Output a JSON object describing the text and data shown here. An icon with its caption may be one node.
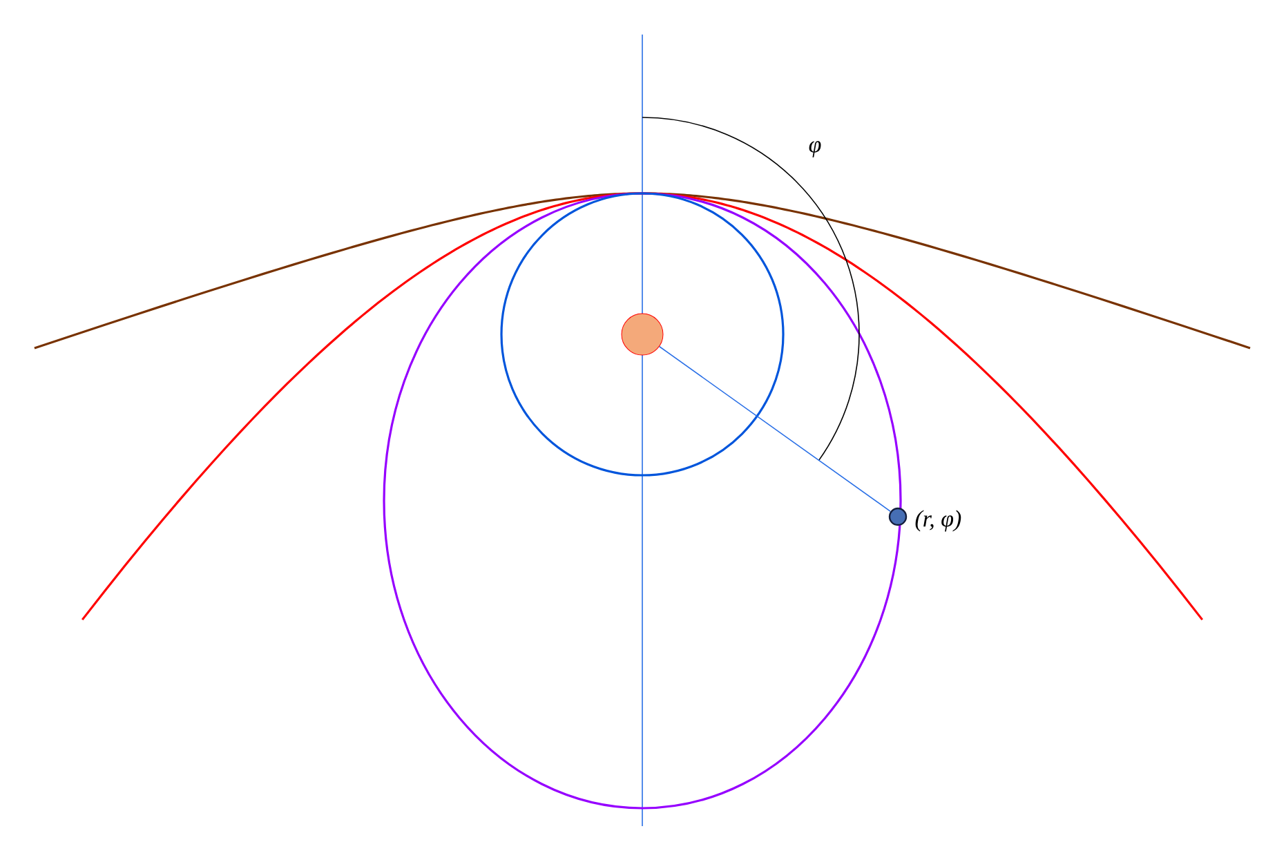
{
  "diagram": {
    "nodes": [
      {
        "text": [],
        "shape": "circle"
      },
      {
        "text": [],
        "shape": "circle",
        "beside": [
          "(r, φ)"
        ]
      }
    ],
    "edges": [
      {
        "from": 0,
        "to": 1,
        "arrow": "none"
      }
    ],
    "labels": [
      "φ"
    ]
  }
}
